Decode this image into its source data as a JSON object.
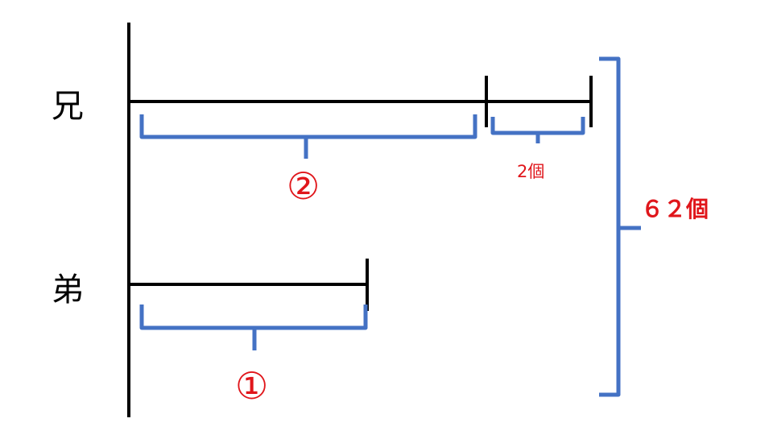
{
  "labels": {
    "older_brother": "兄",
    "younger_brother": "弟",
    "part_older": "②",
    "part_younger": "①",
    "difference": "2個",
    "total": "６２個"
  },
  "colors": {
    "line": "#000000",
    "brace": "#4472c4",
    "text_red": "#e0161b"
  }
}
